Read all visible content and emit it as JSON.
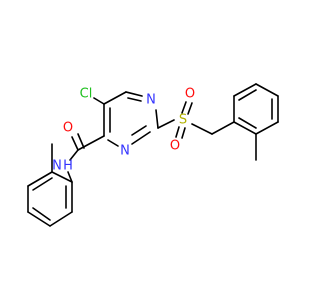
{
  "molecule": {
    "atoms": {
      "cl": {
        "symbol": "Cl",
        "color": "#1fc01f"
      },
      "n_ring_top": {
        "symbol": "N",
        "color": "#3333ff"
      },
      "n_ring_bottom": {
        "symbol": "N",
        "color": "#3333ff"
      },
      "o_carbonyl": {
        "symbol": "O",
        "color": "#ff0d0d"
      },
      "nh_amide": {
        "symbol": "N",
        "color": "#3333ff"
      },
      "h_amide": {
        "symbol": "H",
        "color": "#3333ff"
      },
      "s_sulfonyl": {
        "symbol": "S",
        "color": "#b2b200"
      },
      "o_sulfonyl_left": {
        "symbol": "O",
        "color": "#ff0d0d"
      },
      "o_sulfonyl_top": {
        "symbol": "O",
        "color": "#ff0d0d"
      }
    }
  }
}
